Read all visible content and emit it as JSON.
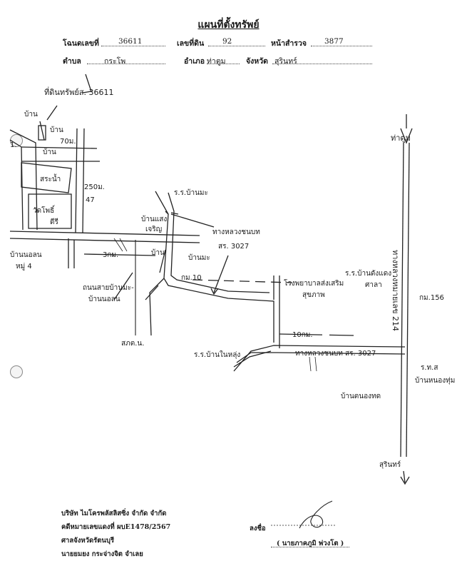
{
  "header": {
    "title": "แผนที่ตั้งทรัพย์",
    "row1": {
      "deed_label": "โฉนดเลขที่",
      "deed_value": "36611",
      "land_no_label": "เลขที่ดิน",
      "land_no_value": "92",
      "survey_label": "หน้าสำรวจ",
      "survey_value": "3877"
    },
    "row2": {
      "tambon_label": "ตำบล",
      "tambon_value": "กระโพ",
      "amphoe_label": "อำเภอ",
      "amphoe_value": "ท่าตูม",
      "province_label": "จังหวัด",
      "province_value": "สุรินทร์"
    }
  },
  "sketch": {
    "property_label": "ที่ดินทรัพย์ส. 36611",
    "house1": "บ้าน",
    "house2": "บ้าน",
    "dist_70": "70ม.",
    "dist_250": "250ม.",
    "dist_47": "47",
    "school_pond": "สระน้ำ",
    "temple": "วัดโพธิ์",
    "temple2": "ดีรี",
    "school_banma_top": "ร.ร.บ้านมะ",
    "road_rural": "ทางหลวงชนบท",
    "road_sr3027": "สร. 3027",
    "village_nonsa": "บ้านแสง",
    "village_nonsa2": "เจริญ",
    "ban_label": "บ้าน",
    "ban_ma": "บ้านมะ",
    "ban_nonlon": "บ้านนอลน",
    "moo4": "หมู่ 4",
    "dist_3km": "3กม.",
    "road_banma_nonlon": "ถนนสายบ้านมะ-",
    "road_banma_nonlon2": "บ้านนอลน",
    "km10_small": "กม.10",
    "hospital": "โรงพยาบาลส่งเสริม",
    "hospital2": "สุขภาพ",
    "school_bankhampong": "ร.ร.บ้านดังแดง",
    "school_bankhampong2": "ศาลา",
    "ta_tum_top": "ท่าตูม",
    "highway_214": "ทางหลวงหมายเลข 214",
    "km156": "กม.156",
    "dist_10km": "10กม.",
    "sor_tor_nor": "สภต.น.",
    "school_ban_nong": "ร.ร.บ้านในหลุ่ง",
    "road_sr3027_b": "ทางหลวงชนบท สร. 3027",
    "ro_sor_to": "ร.ท.ส",
    "ban_nonglao": "บ้านหนองทุ่ม",
    "ban_tanon": "บ้านตนองทด",
    "to_surin": "สุรินทร์",
    "km_marker_1": "1."
  },
  "footer": {
    "company": "บริษัท ไมโครพลัสลิสซิ่ง จำกัด จำกัด",
    "case_no": "คดีหมายเลขแดงที่ ผบE1478/2567",
    "court": "ศาลจังหวัดรัตนบุรี",
    "lawyer": "นายยมยง  กระจ่างจิต จำเลย",
    "sign_label": "ลงชื่อ",
    "signer": "( นายภาคภูมิ  พ่วงโต )"
  }
}
